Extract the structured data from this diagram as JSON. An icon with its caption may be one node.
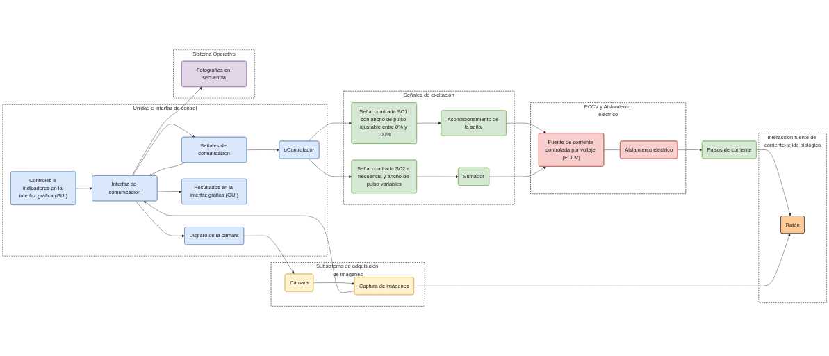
{
  "diagram": {
    "nodes": [
      {
        "text": [
          "Unidad e interfaz de control"
        ]
      },
      {
        "text": [
          "Controles e indicadores en la interfaz gráfica (GUI)"
        ],
        "in": 0
      },
      {
        "text": [
          "Interfaz de comunicación"
        ],
        "in": 0
      },
      {
        "text": [
          "Señales de comunicación"
        ],
        "in": 0
      },
      {
        "text": [
          "uControlador"
        ],
        "in": 0
      },
      {
        "text": [
          "Resultados en la interfaz gráfica (GUI)"
        ],
        "in": 0
      },
      {
        "text": [
          "Disparo de la cámara"
        ],
        "in": 0
      },
      {
        "text": [
          "Sistema Operativo"
        ]
      },
      {
        "text": [
          "Fotografías en secuencia"
        ],
        "in": 7
      },
      {
        "text": [
          "Señales de excitación"
        ]
      },
      {
        "text": [
          "Señal cuadrada SC1 con ancho de pulso ajustable entre 0% y 100%"
        ],
        "in": 9
      },
      {
        "text": [
          "Acondicionamiento de la señal"
        ],
        "in": 9
      },
      {
        "text": [
          "Señal cuadrada SC2 a frecuencia y ancho de pulso variables"
        ],
        "in": 9
      },
      {
        "text": [
          "Sumador"
        ],
        "in": 9
      },
      {
        "text": [
          "FCCV y Aislamiento eléctrico"
        ]
      },
      {
        "text": [
          "Fuente de corriente controlada por voltaje (FCCV)"
        ],
        "in": 14
      },
      {
        "text": [
          "Aislamiento eléctrico"
        ],
        "in": 14
      },
      {
        "text": [
          "Pulsos de corriente"
        ]
      },
      {
        "text": [
          "Subsistema de adquisición de imágenes"
        ]
      },
      {
        "text": [
          "Cámara"
        ],
        "in": 18
      },
      {
        "text": [
          "Captura de imágenes"
        ],
        "in": 18
      },
      {
        "text": [
          "Interacción fuente de corriente-tejido biológico"
        ]
      },
      {
        "text": [
          "Ratón"
        ],
        "in": 21
      }
    ],
    "edges": [
      {
        "from": 1,
        "to": 2,
        "arrow": "to"
      },
      {
        "from": 2,
        "to": 3,
        "arrow": "to"
      },
      {
        "from": 3,
        "to": 4,
        "arrow": "to"
      },
      {
        "from": 3,
        "to": 2,
        "arrow": "to"
      },
      {
        "from": 2,
        "to": 5,
        "arrow": "to"
      },
      {
        "from": 2,
        "to": 6,
        "arrow": "to"
      },
      {
        "from": 2,
        "to": 8,
        "arrow": "to"
      },
      {
        "from": 4,
        "to": 10,
        "arrow": "to"
      },
      {
        "from": 4,
        "to": 12,
        "arrow": "to"
      },
      {
        "from": 10,
        "to": 11,
        "arrow": "to"
      },
      {
        "from": 12,
        "to": 13,
        "arrow": "to"
      },
      {
        "from": 11,
        "to": 15,
        "arrow": "to"
      },
      {
        "from": 13,
        "to": 15,
        "arrow": "to"
      },
      {
        "from": 15,
        "to": 16,
        "arrow": "none"
      },
      {
        "from": 16,
        "to": 17,
        "arrow": "to"
      },
      {
        "from": 17,
        "to": 22,
        "arrow": "to"
      },
      {
        "from": 6,
        "to": 19,
        "arrow": "to"
      },
      {
        "from": 19,
        "to": 20,
        "arrow": "to"
      },
      {
        "from": 20,
        "to": 22,
        "arrow": "to"
      },
      {
        "from": 20,
        "to": 2,
        "arrow": "to"
      }
    ]
  }
}
